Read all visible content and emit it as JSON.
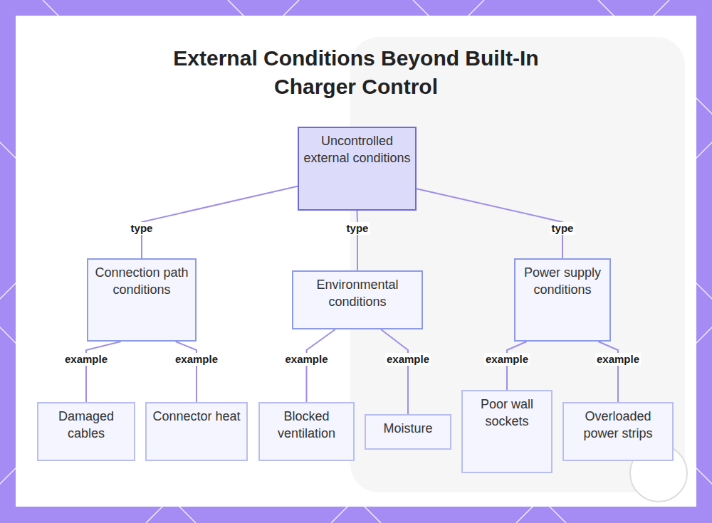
{
  "diagram": {
    "title": "External Conditions Beyond Built-In Charger Control",
    "nodes": [
      {
        "text": [
          "Uncontrolled external conditions"
        ]
      },
      {
        "text": [
          "Connection path conditions"
        ]
      },
      {
        "text": [
          "Environmental conditions"
        ]
      },
      {
        "text": [
          "Power supply conditions"
        ]
      },
      {
        "text": [
          "Damaged cables"
        ]
      },
      {
        "text": [
          "Connector heat"
        ]
      },
      {
        "text": [
          "Blocked ventilation"
        ]
      },
      {
        "text": [
          "Moisture"
        ]
      },
      {
        "text": [
          "Poor wall sockets"
        ]
      },
      {
        "text": [
          "Overloaded power strips"
        ]
      }
    ],
    "edges": [
      {
        "from": 0,
        "to": 1,
        "label": "type",
        "arrow": "none"
      },
      {
        "from": 0,
        "to": 2,
        "label": "type",
        "arrow": "none"
      },
      {
        "from": 0,
        "to": 3,
        "label": "type",
        "arrow": "none"
      },
      {
        "from": 1,
        "to": 4,
        "label": "example",
        "arrow": "none"
      },
      {
        "from": 1,
        "to": 5,
        "label": "example",
        "arrow": "none"
      },
      {
        "from": 2,
        "to": 6,
        "label": "example",
        "arrow": "none"
      },
      {
        "from": 2,
        "to": 7,
        "label": "example",
        "arrow": "none"
      },
      {
        "from": 3,
        "to": 8,
        "label": "example",
        "arrow": "none"
      },
      {
        "from": 3,
        "to": 9,
        "label": "example",
        "arrow": "none"
      }
    ]
  }
}
